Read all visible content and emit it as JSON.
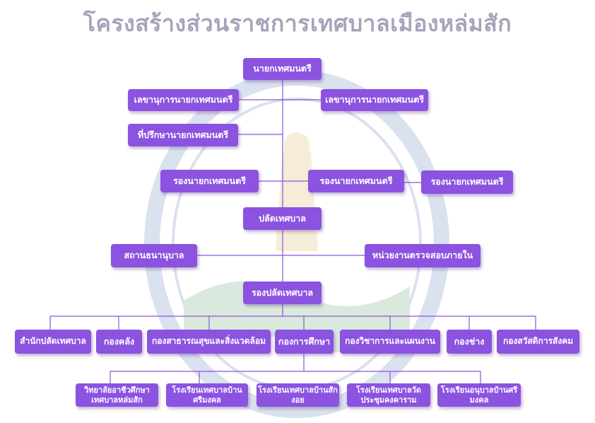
{
  "title": "โครงสร้างส่วนราชการเทศบาลเมืองหล่มสัก",
  "colors": {
    "box": "#8b53e0",
    "line": "#8b53e0",
    "title": "#a8a2ba"
  },
  "mayor": "นายกเทศมนตรี",
  "secretary_left": "เลขานุการนายกเทศมนตรี",
  "secretary_right": "เลขานุการนายกเทศมนตรี",
  "advisor": "ที่ปรึกษานายกเทศมนตรี",
  "deputy_mayors": [
    "รองนายกเทศมนตรี",
    "รองนายกเทศมนตรี",
    "รองนายกเทศมนตรี"
  ],
  "clerk": "ปลัดเทศบาล",
  "pawnshop": "สถานธนานุบาล",
  "internal_audit": "หน่วยงานตรวจสอบภายใน",
  "deputy_clerk": "รองปลัดเทศบาล",
  "divisions": [
    "สำนักปลัดเทศบาล",
    "กองคลัง",
    "กองสาธารณสุขและสิ่งแวดล้อม",
    "กองการศึกษา",
    "กองวิชาการและแผนงาน",
    "กองช่าง",
    "กองสวัสดิการสังคม"
  ],
  "schools": [
    "วิทยาลัยอาชีวศึกษาเทศบาลหล่มสัก",
    "โรงเรียนเทศบาลบ้านศรีมงคล",
    "โรงเรียนเทศบาลบ้านสักงอย",
    "โรงเรียนเทศบาลวัดประชุมคงคาราม",
    "โรงเรียนอนุบาลบ้านศรีมงคล"
  ]
}
